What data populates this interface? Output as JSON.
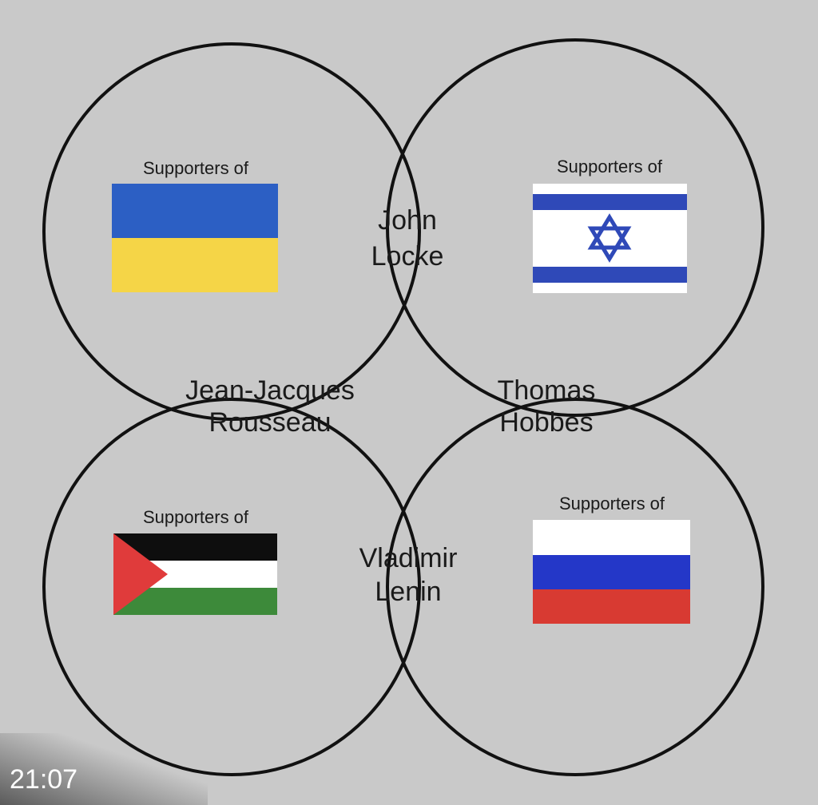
{
  "quadrants": {
    "top_left": {
      "label": "Supporters of",
      "flag_icon": "ukraine-flag-icon"
    },
    "top_right": {
      "label": "Supporters of",
      "flag_icon": "israel-flag-icon"
    },
    "bottom_left": {
      "label": "Supporters of",
      "flag_icon": "palestine-flag-icon"
    },
    "bottom_right": {
      "label": "Supporters of",
      "flag_icon": "russia-flag-icon"
    }
  },
  "overlaps": {
    "top": [
      "John",
      "Locke"
    ],
    "left": [
      "Jean-Jacques",
      "Rousseau"
    ],
    "right": [
      "Thomas",
      "Hobbes"
    ],
    "bottom": [
      "Vladimir",
      "Lenin"
    ]
  },
  "timestamp": "21:07",
  "colors": {
    "background": "#c9c9c9",
    "ukraine_blue": "#2c5fc4",
    "ukraine_yellow": "#f5d547",
    "israel_blue": "#2f49b8",
    "palestine_green": "#3d8a3a",
    "palestine_red": "#e03b3b",
    "russia_blue": "#2437c8",
    "russia_red": "#d83a32"
  }
}
